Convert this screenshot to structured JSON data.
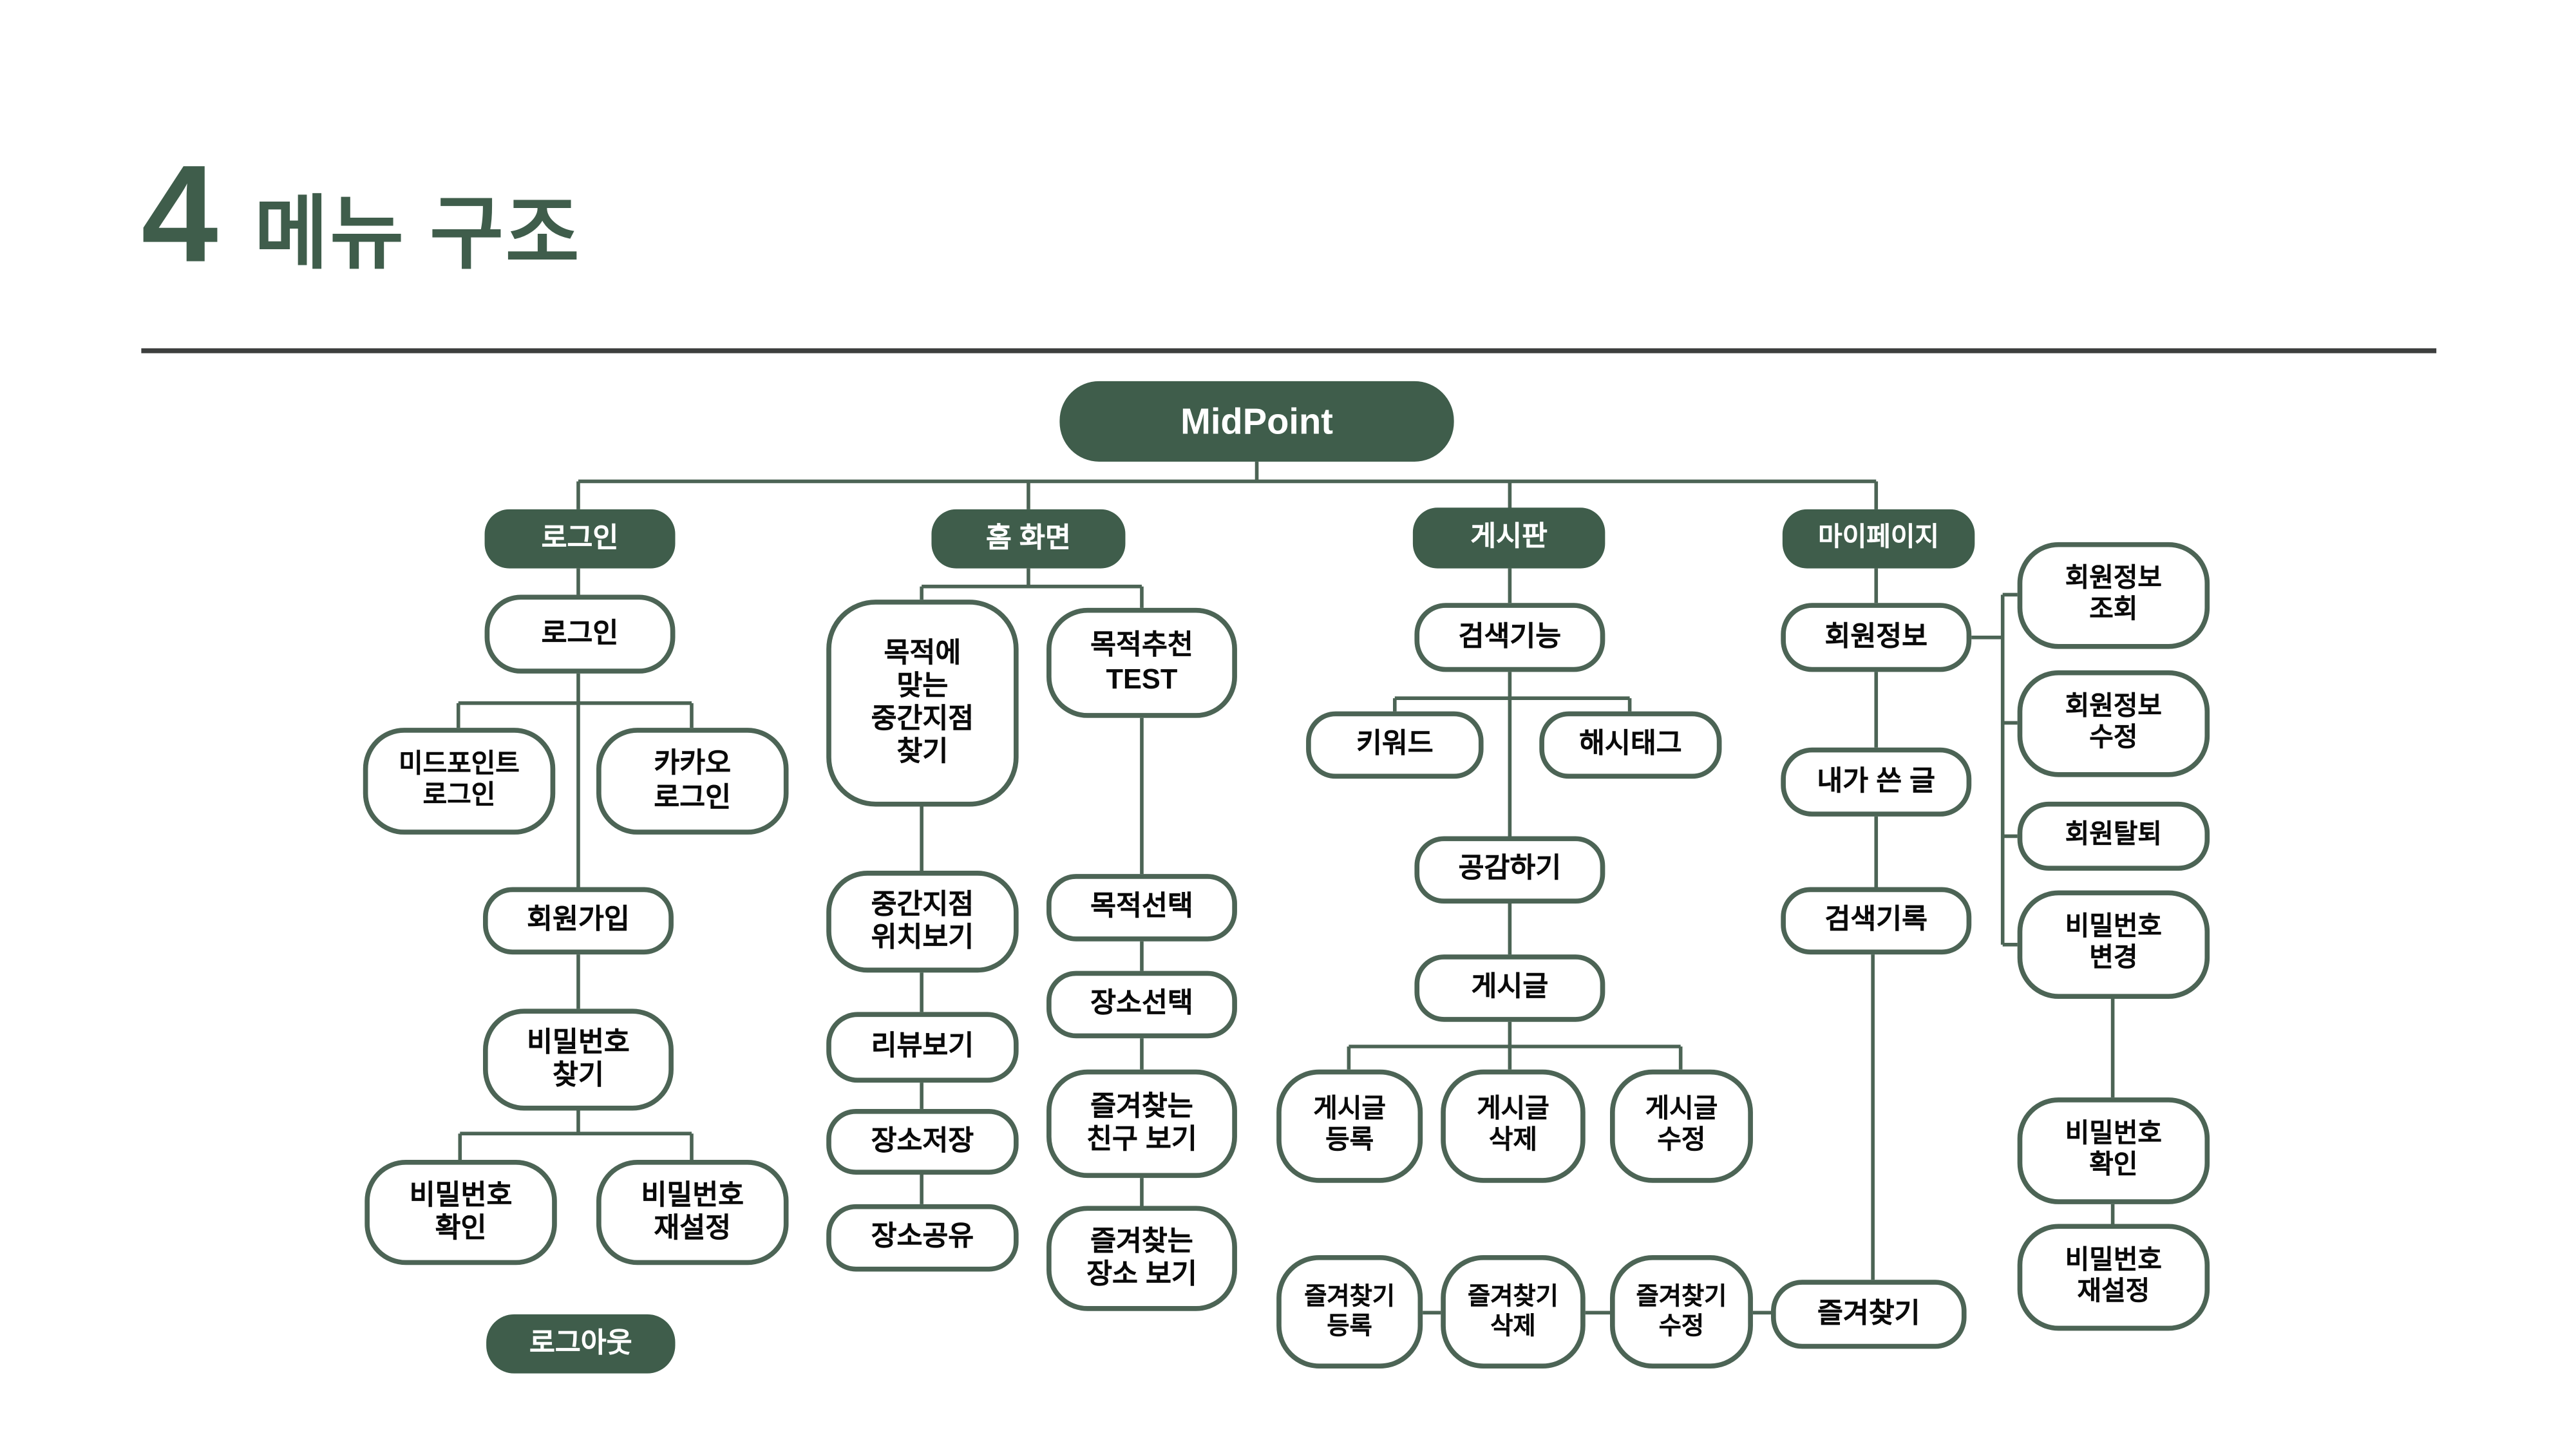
{
  "colors": {
    "green": "#3F5D4B",
    "line": "#4C6455",
    "rule": "#3d3f3e",
    "node_text": "#0a0a0a",
    "node_text_inverse": "#ffffff",
    "background": "#ffffff"
  },
  "page": {
    "title_number": "4",
    "title_text": "메뉴 구조"
  },
  "diagram": {
    "root": "MidPoint",
    "login": {
      "header": "로그인",
      "login": "로그인",
      "midpoint_login": "미드포인트\n로그인",
      "kakao_login": "카카오\n로그인",
      "signup": "회원가입",
      "password_find": "비밀번호\n찾기",
      "password_check": "비밀번호\n확인",
      "password_reset": "비밀번호\n재설정",
      "logout": "로그아웃"
    },
    "home": {
      "header": "홈 화면",
      "purpose_midpoint": "목적에\n맞는\n중간지점\n찾기",
      "purpose_test": "목적추천\nTEST",
      "midpoint_location": "중간지점\n위치보기",
      "review": "리뷰보기",
      "place_save": "장소저장",
      "place_share": "장소공유",
      "purpose_select": "목적선택",
      "place_select": "장소선택",
      "favorite_friends": "즐겨찾는\n친구 보기",
      "favorite_places": "즐겨찾는\n장소 보기"
    },
    "board": {
      "header": "게시판",
      "search": "검색기능",
      "keyword": "키워드",
      "hashtag": "해시태그",
      "sympathy": "공감하기",
      "post": "게시글",
      "post_create": "게시글\n등록",
      "post_delete": "게시글\n삭제",
      "post_edit": "게시글\n수정",
      "favorite_create": "즐겨찾기\n등록",
      "favorite_delete": "즐겨찾기\n삭제",
      "favorite_edit": "즐겨찾기\n수정"
    },
    "mypage": {
      "header": "마이페이지",
      "member_info": "회원정보",
      "my_posts": "내가 쓴 글",
      "search_history": "검색기록",
      "favorite": "즐겨찾기",
      "member_info_view": "회원정보\n조회",
      "member_info_edit": "회원정보\n수정",
      "withdraw": "회원탈퇴",
      "password_change": "비밀번호\n변경",
      "password_check": "비밀번호\n확인",
      "password_reset": "비밀번호\n재설정"
    }
  }
}
